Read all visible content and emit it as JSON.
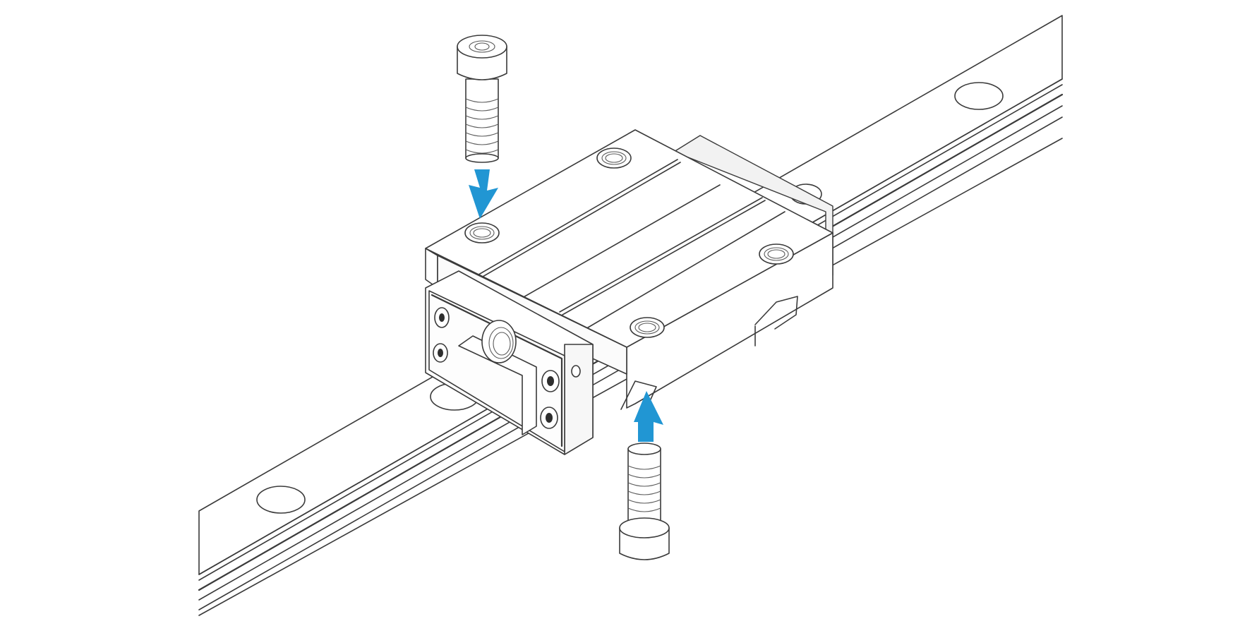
{
  "colors": {
    "accent": "#2196d3",
    "line": "#3a3a3a",
    "background": "#ffffff"
  },
  "diagram": {
    "parts": [
      {
        "id": "rail",
        "name": "guide-rail"
      },
      {
        "id": "carriage",
        "name": "carriage-block"
      },
      {
        "id": "bolt-top",
        "name": "socket-head-cap-screw"
      },
      {
        "id": "bolt-bottom",
        "name": "socket-head-cap-screw"
      }
    ],
    "arrows": [
      {
        "name": "arrow-down",
        "direction": "down"
      },
      {
        "name": "arrow-up",
        "direction": "up"
      }
    ]
  }
}
